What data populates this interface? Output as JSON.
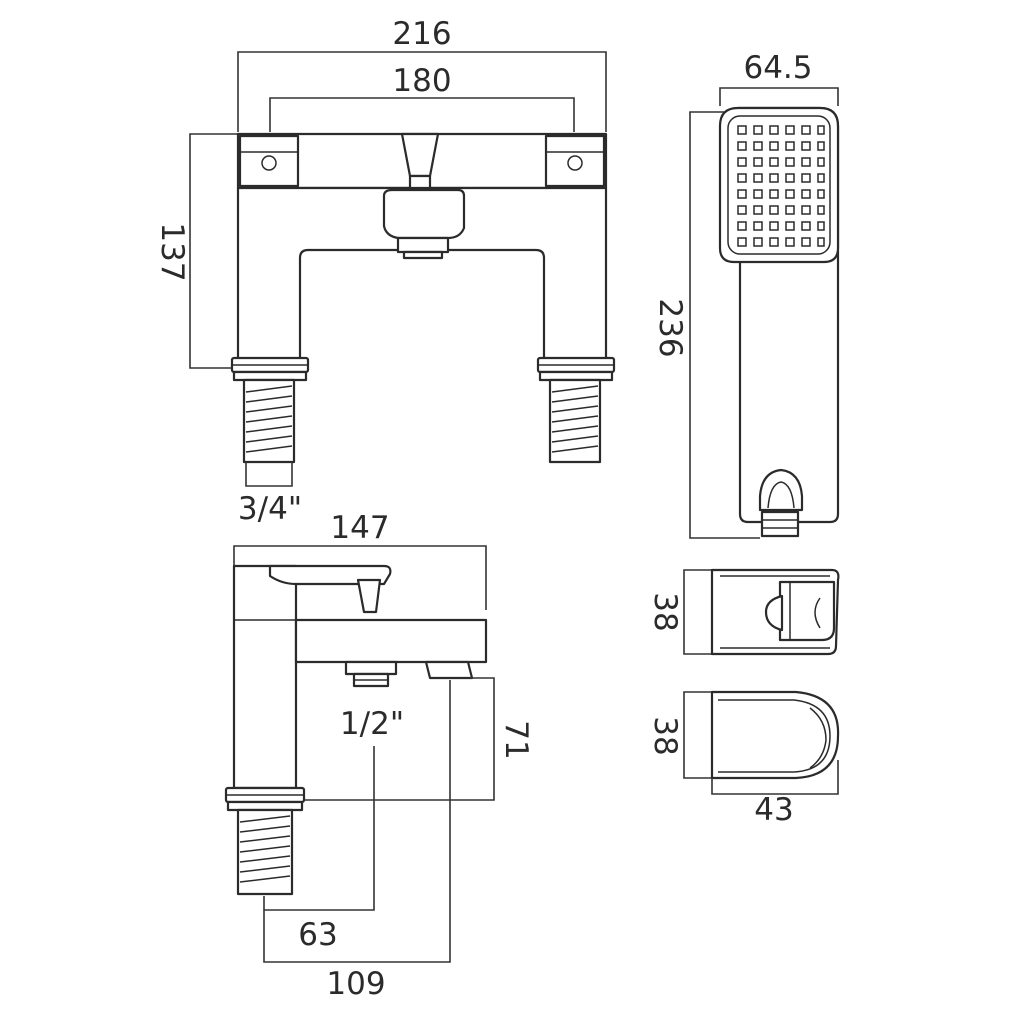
{
  "dimensions": {
    "front_overall_width": "216",
    "front_centres": "180",
    "front_height": "137",
    "inlet_thread": "3/4\"",
    "side_depth": "147",
    "outlet_thread": "1/2\"",
    "side_spout_height": "71",
    "side_outlet_projection": "63",
    "side_spout_projection": "109",
    "handset_width": "64.5",
    "handset_length": "236",
    "holder_height": "38",
    "wall_bracket_height": "38",
    "wall_bracket_depth": "43"
  },
  "colors": {
    "line": "#2b2b2b",
    "background": "#ffffff"
  }
}
